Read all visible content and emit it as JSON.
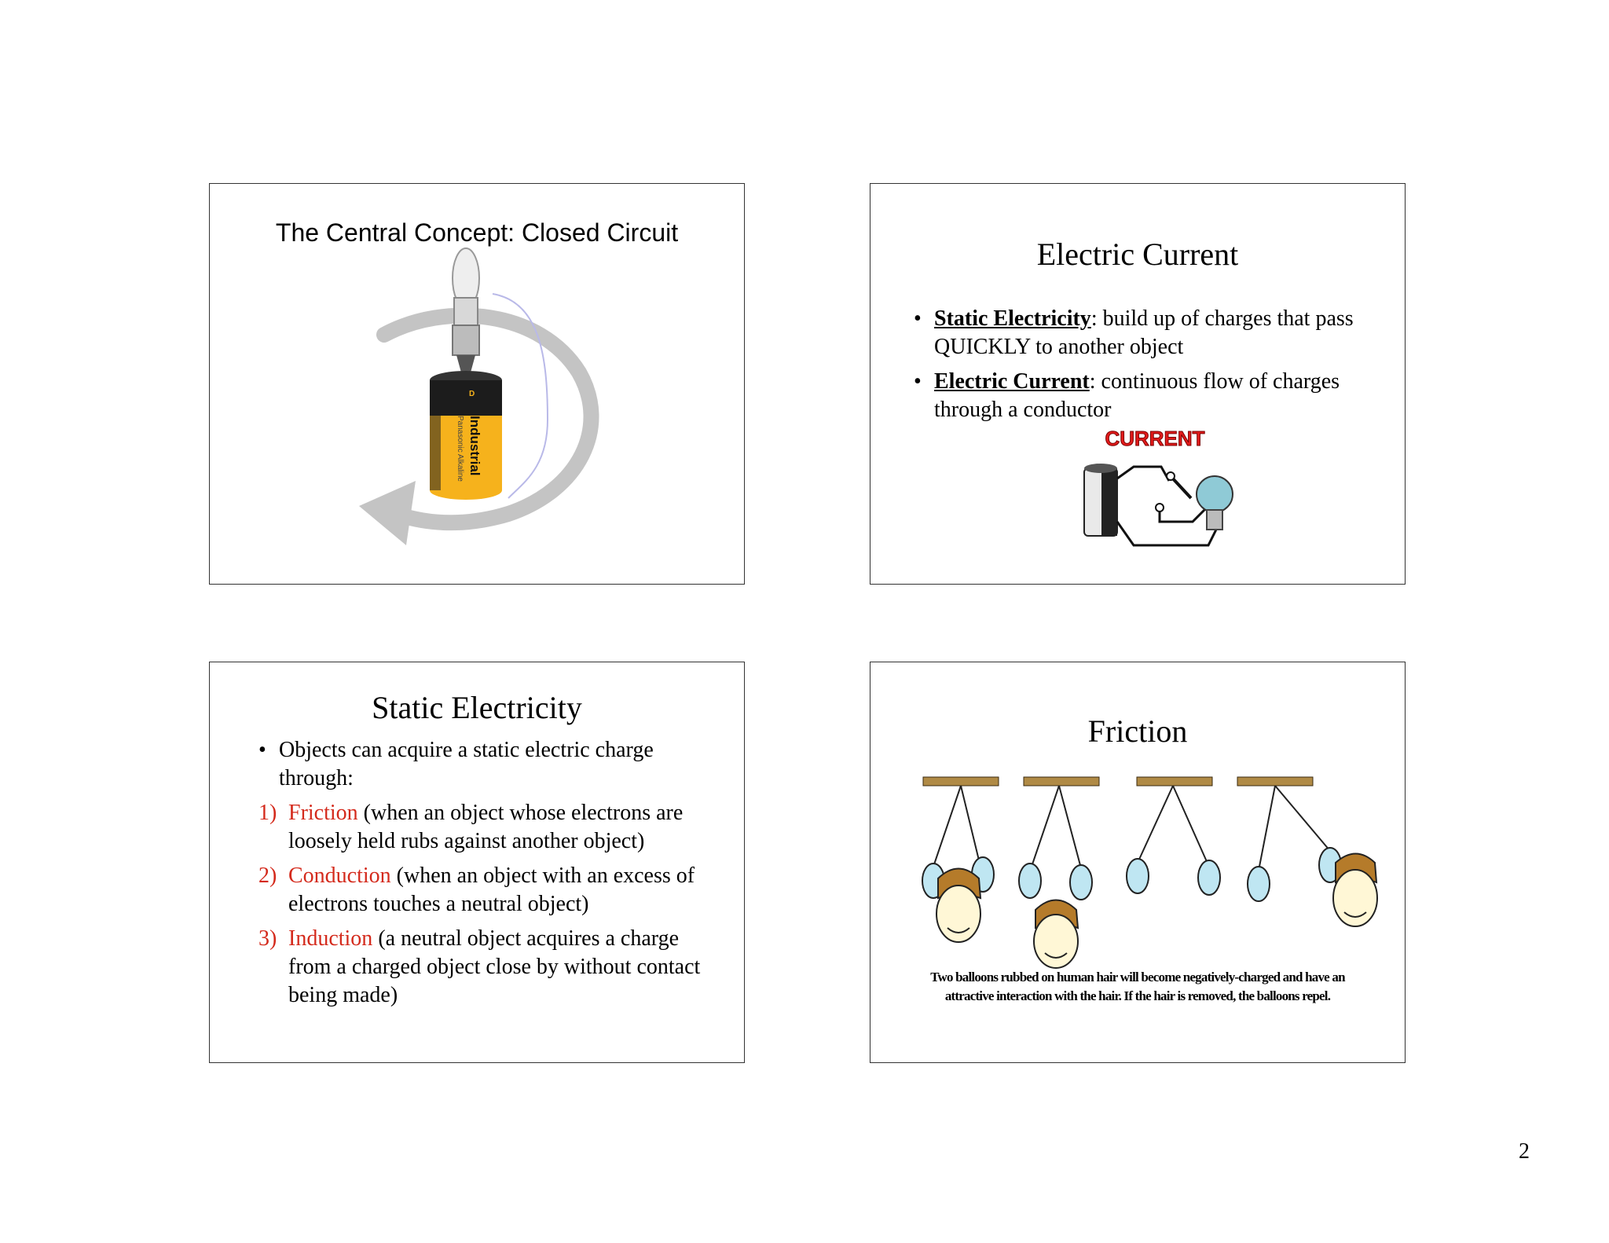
{
  "slide1": {
    "title": "The Central Concept: Closed Circuit",
    "battery_text": {
      "size": "D",
      "brand_line": "Industrial",
      "maker_line": "Panasonic Alkaline"
    }
  },
  "slide2": {
    "title": "Electric Current",
    "bullets": [
      {
        "term": "Static Electricity",
        "text": ":  build up of charges that pass QUICKLY to another object"
      },
      {
        "term": "Electric Current",
        "text": ":  continuous flow of charges through a conductor"
      }
    ],
    "badge": "CURRENT"
  },
  "slide3": {
    "title": "Static Electricity",
    "intro": "Objects can acquire a static electric charge through:",
    "items": [
      {
        "num": "1)",
        "key": "Friction",
        "text": " (when an object whose electrons are loosely held rubs against another object)"
      },
      {
        "num": "2)",
        "key": "Conduction",
        "text": " (when an object with an excess of electrons touches a neutral object)"
      },
      {
        "num": "3)",
        "key": "Induction",
        "text": " (a neutral object acquires a charge from a charged object close by without contact being made)"
      }
    ]
  },
  "slide4": {
    "title": "Friction",
    "caption_line1": "Two balloons rubbed on human hair will become negatively-charged and have an",
    "caption_line2": "attractive interaction with the hair.  If the hair is removed, the balloons repel."
  },
  "page_number": "2",
  "colors": {
    "accent_red": "#d42a1c",
    "battery_yellow": "#f6b21c",
    "arrow_gray": "#c4c4c4",
    "balloon": "#bfe6f2"
  }
}
